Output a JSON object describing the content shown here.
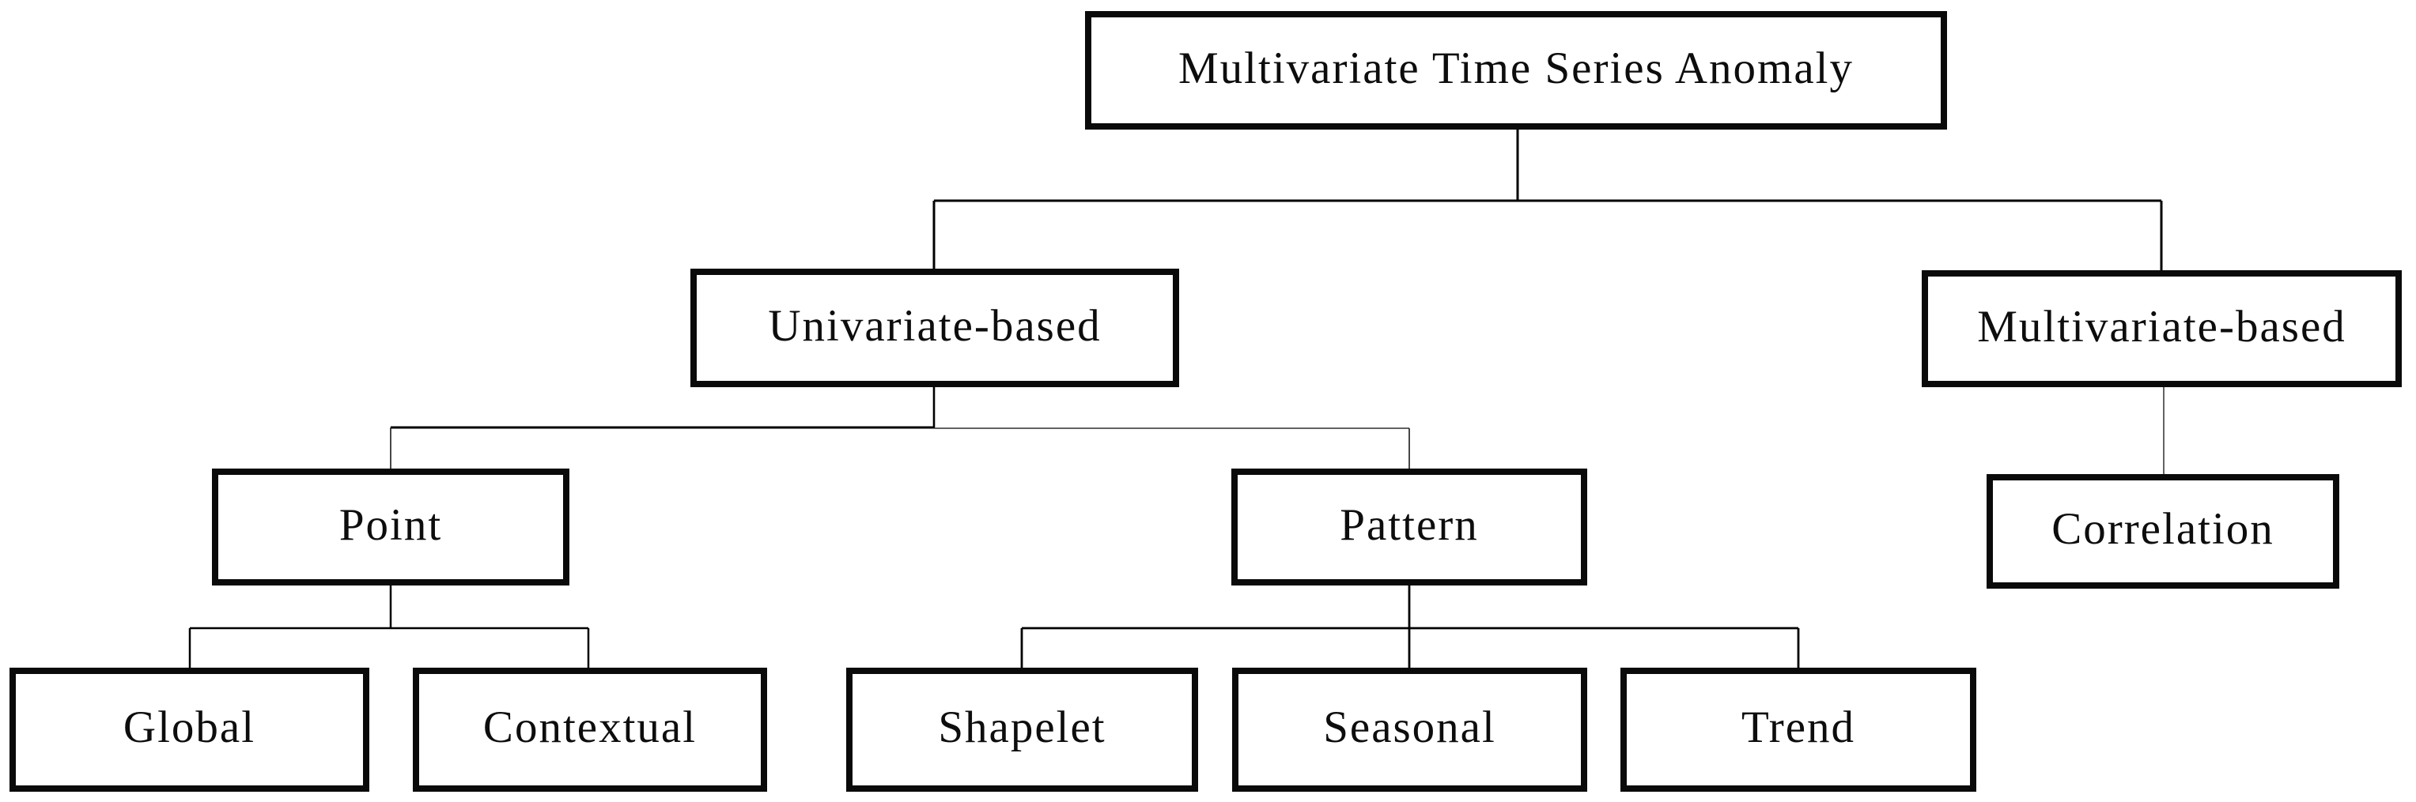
{
  "diagram": {
    "nodes": {
      "root": {
        "label": "Multivariate Time Series Anomaly"
      },
      "univariate": {
        "label": "Univariate-based"
      },
      "multivariate": {
        "label": "Multivariate-based"
      },
      "point": {
        "label": "Point"
      },
      "pattern": {
        "label": "Pattern"
      },
      "correlation": {
        "label": "Correlation"
      },
      "global": {
        "label": "Global"
      },
      "contextual": {
        "label": "Contextual"
      },
      "shapelet": {
        "label": "Shapelet"
      },
      "seasonal": {
        "label": "Seasonal"
      },
      "trend": {
        "label": "Trend"
      }
    },
    "hierarchy": {
      "label": "Multivariate Time Series Anomaly",
      "children": [
        {
          "label": "Univariate-based",
          "children": [
            {
              "label": "Point",
              "children": [
                {
                  "label": "Global"
                },
                {
                  "label": "Contextual"
                }
              ]
            },
            {
              "label": "Pattern",
              "children": [
                {
                  "label": "Shapelet"
                },
                {
                  "label": "Seasonal"
                },
                {
                  "label": "Trend"
                }
              ]
            }
          ]
        },
        {
          "label": "Multivariate-based",
          "children": [
            {
              "label": "Correlation"
            }
          ]
        }
      ]
    },
    "colors": {
      "background": "#ffffff",
      "box_border": "#0a0a0a",
      "text": "#0d0d0d",
      "connector": "#000000",
      "connector_thin": "#2f2f2f"
    }
  }
}
